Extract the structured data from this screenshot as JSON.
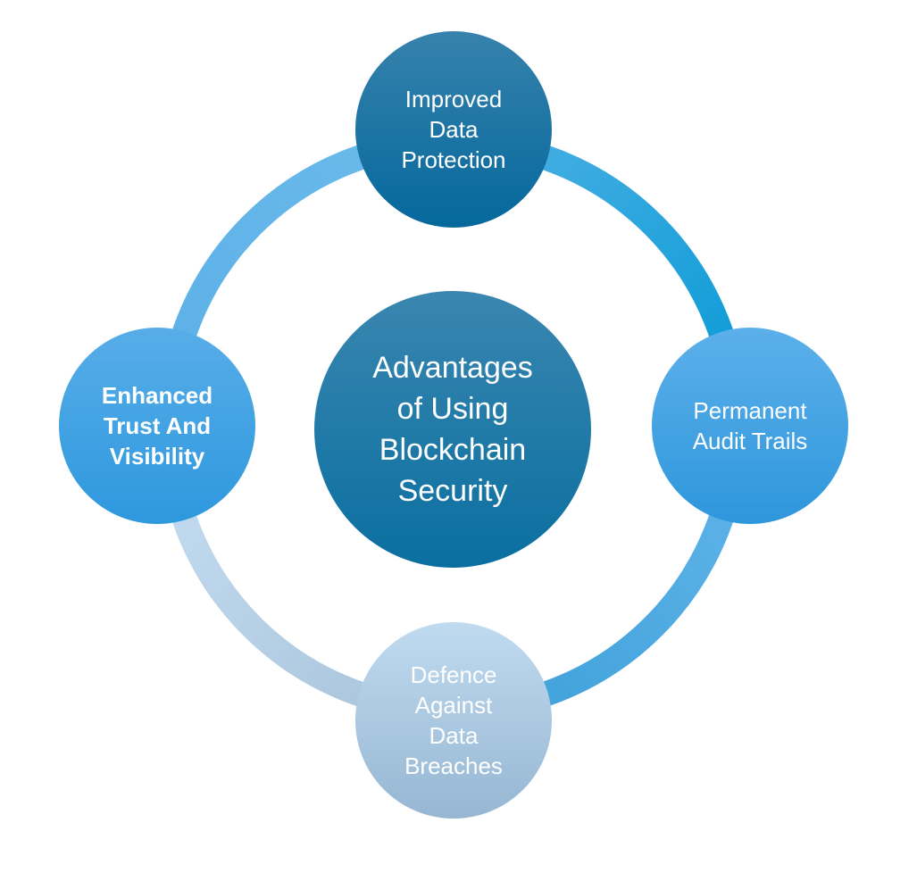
{
  "diagram": {
    "center": {
      "label": "Advantages\nof Using\nBlockchain\nSecurity",
      "color_top": "#3a86b0",
      "color_bottom": "#0a6fa0"
    },
    "nodes": [
      {
        "id": "top",
        "label": "Improved\nData\nProtection",
        "color_top": "#3682ac",
        "color_bottom": "#05689c"
      },
      {
        "id": "right",
        "label": "Permanent\nAudit Trails",
        "color_top": "#5cb0ea",
        "color_bottom": "#2e96dc"
      },
      {
        "id": "bottom",
        "label": "Defence\nAgainst\nData\nBreaches",
        "color_top": "#c0dbf0",
        "color_bottom": "#96b6d2"
      },
      {
        "id": "left",
        "label": "Enhanced\nTrust And\nVisibility",
        "color_top": "#58ade8",
        "color_bottom": "#2e98de"
      }
    ],
    "ring_colors": {
      "top_right": "#0aa0da",
      "right_bottom": "#4aa6e0",
      "bottom_left": "#b4cfe8",
      "left_top": "#60b4ea"
    }
  }
}
